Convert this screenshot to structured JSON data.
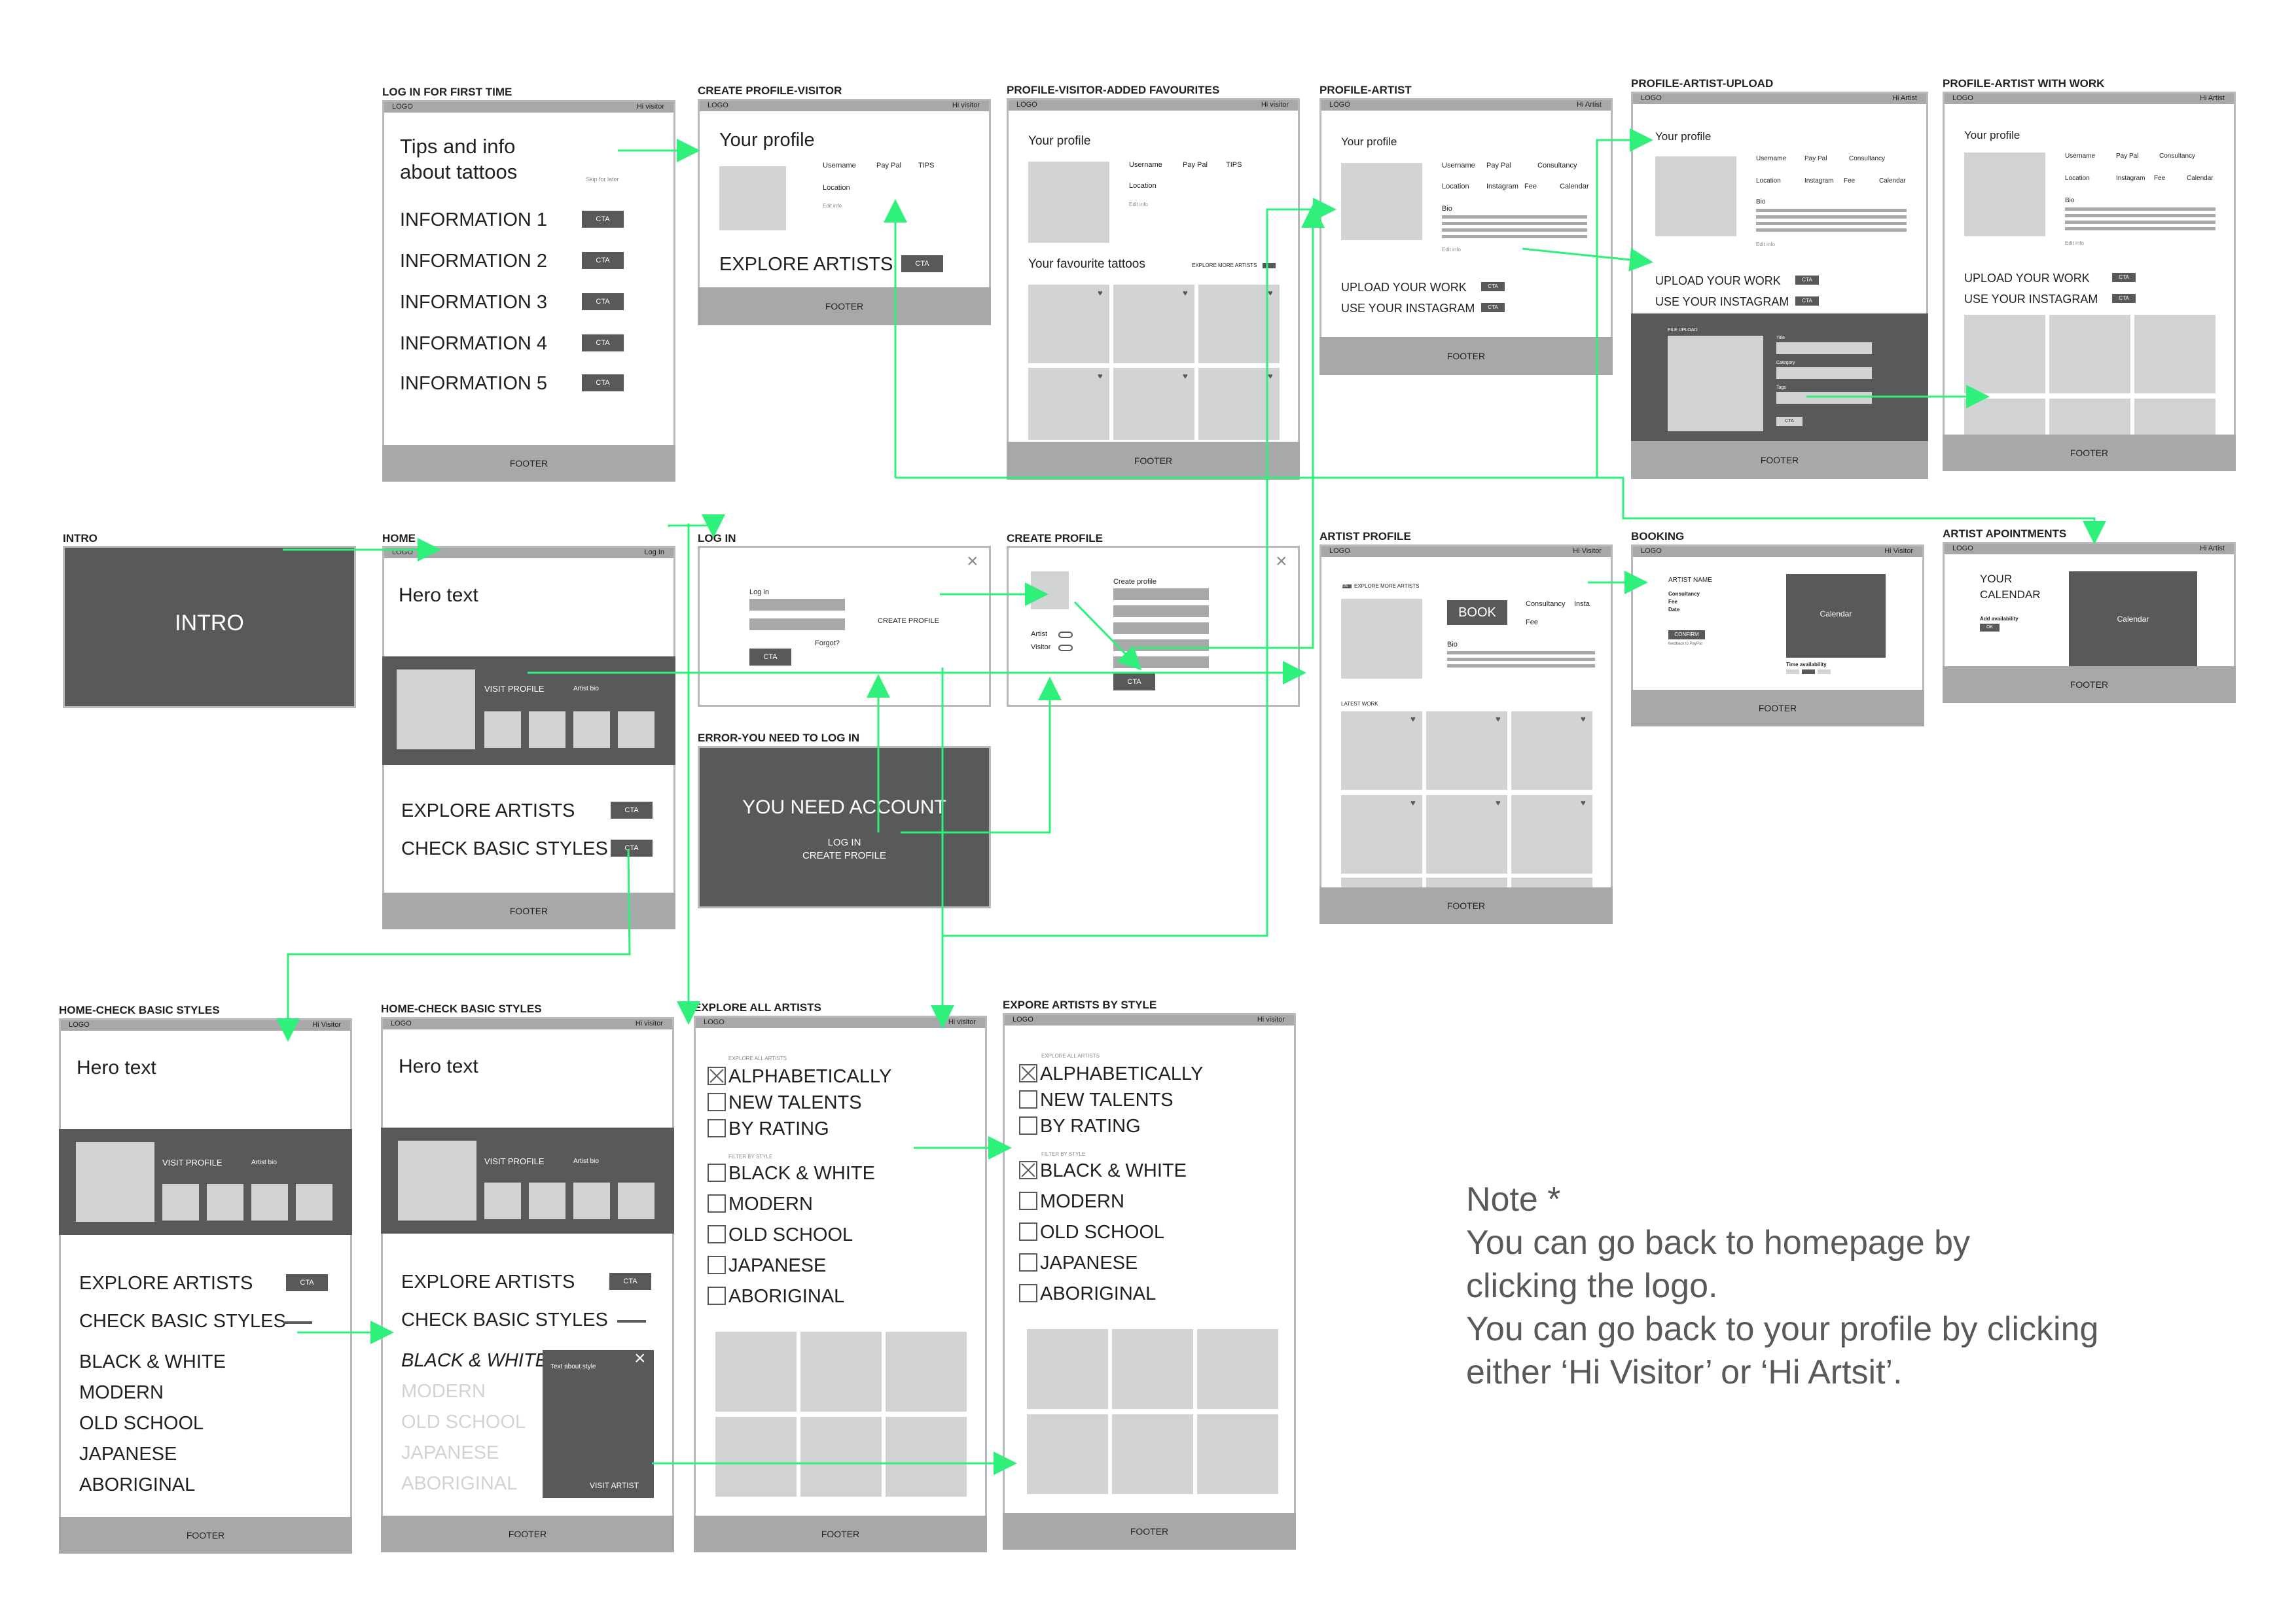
{
  "common": {
    "logo": "LOGO",
    "hi_visitor": "Hi visitor",
    "hi_visitor_cap": "Hi Visitor",
    "hi_artist": "Hi Artist",
    "footer": "FOOTER",
    "cta": "CTA",
    "your_profile": "Your profile",
    "username": "Username",
    "paypal": "Pay Pal",
    "tips": "TIPS",
    "location": "Location",
    "edit_info": "Edit info",
    "consultancy": "Consultancy",
    "instagram": "Instagram",
    "fee": "Fee",
    "calendar": "Calendar",
    "bio": "Bio",
    "upload_work": "UPLOAD YOUR WORK",
    "use_instagram": "USE YOUR INSTAGRAM",
    "explore_artists": "EXPLORE ARTISTS",
    "check_basic_styles": "CHECK BASIC STYLES",
    "hero_text": "Hero text",
    "visit_profile": "VISIT PROFILE",
    "artist_bio": "Artist bio",
    "explore_more_artists": "EXPLORE MORE ARTISTS",
    "log_in_btn": "Log In"
  },
  "screens": {
    "first_login": {
      "title": "LOG IN FOR FIRST TIME",
      "tips": "Tips and info",
      "tips2": "about tattoos",
      "skip": "Skip for later",
      "items": [
        "INFORMATION 1",
        "INFORMATION 2",
        "INFORMATION 3",
        "INFORMATION 4",
        "INFORMATION 5"
      ]
    },
    "create_visitor": {
      "title": "CREATE PROFILE-VISITOR"
    },
    "visitor_fav": {
      "title": "PROFILE-VISITOR-ADDED FAVOURITES",
      "favs": "Your favourite tattoos"
    },
    "artist": {
      "title": "PROFILE-ARTIST"
    },
    "artist_upload": {
      "title": "PROFILE-ARTIST-UPLOAD",
      "file_upload": "FILE UPLOAD",
      "f_title": "Title",
      "f_category": "Category",
      "f_tags": "Tags"
    },
    "artist_work": {
      "title": "PROFILE-ARTIST WITH WORK"
    },
    "intro": {
      "title": "INTRO",
      "label": "INTRO"
    },
    "home": {
      "title": "HOME"
    },
    "login": {
      "title": "LOG IN",
      "label": "Log in",
      "forgot": "Forgot?",
      "create": "CREATE PROFILE"
    },
    "create": {
      "title": "CREATE PROFILE",
      "label": "Create profile",
      "artist": "Artist",
      "visitor": "Visitor"
    },
    "artist_profile": {
      "title": "ARTIST PROFILE",
      "book": "BOOK",
      "latest": "LATEST WORK",
      "insta": "Insta",
      "tag": "FAV"
    },
    "booking": {
      "title": "BOOKING",
      "artist_name": "ARTIST NAME",
      "consult": "Consultancy",
      "fee": "Fee",
      "date": "Date",
      "confirm": "CONFIRM",
      "feedback": "feedback to PayPal",
      "calendar": "Calendar",
      "time": "Time availability"
    },
    "appointments": {
      "title": "ARTIST APOINTMENTS",
      "your": "YOUR",
      "calendar_lbl": "CALENDAR",
      "add": "Add availability",
      "ok": "OK",
      "calendar": "Calendar"
    },
    "error": {
      "title": "ERROR-YOU NEED TO LOG IN",
      "msg": "YOU NEED ACCOUNT",
      "l1": "LOG IN",
      "l2": "CREATE PROFILE"
    },
    "home_styles1": {
      "title": "HOME-CHECK BASIC STYLES",
      "styles": [
        "BLACK & WHITE",
        "MODERN",
        "OLD SCHOOL",
        "JAPANESE",
        "ABORIGINAL"
      ]
    },
    "home_styles2": {
      "title": "HOME-CHECK BASIC STYLES",
      "overlay": "Text about style",
      "visit_artist": "VISIT ARTIST"
    },
    "explore_all": {
      "title": "EXPLORE ALL ARTISTS",
      "sub": "EXPLORE ALL ARTISTS",
      "sort": [
        "ALPHABETICALLY",
        "NEW TALENTS",
        "BY RATING"
      ],
      "filter": "FILTER BY STYLE",
      "styles": [
        "BLACK & WHITE",
        "MODERN",
        "OLD SCHOOL",
        "JAPANESE",
        "ABORIGINAL"
      ]
    },
    "explore_style": {
      "title": "EXPORE ARTISTS BY STYLE"
    }
  },
  "note": {
    "l1": "Note *",
    "l2": "You can go back to homepage by",
    "l3": "clicking the logo.",
    "l4": "You can go back to your profile by clicking",
    "l5": "either ‘Hi Visitor’ or ‘Hi Artsit’."
  },
  "colors": {
    "arrow": "#2ef07a",
    "dark": "#58595b",
    "light": "#d1d3d4",
    "bar": "#a7a8aa"
  }
}
